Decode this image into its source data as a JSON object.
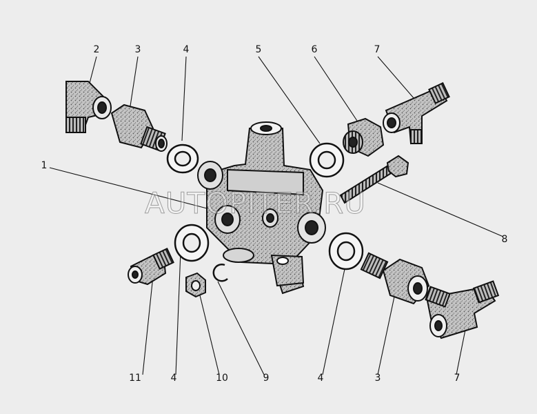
{
  "watermark": "AUTOPITER.RU",
  "colors": {
    "background": "#ededed",
    "ink": "#111111",
    "part_fill": "#b9b9b9"
  },
  "callouts": [
    {
      "id": "c1",
      "label": "1"
    },
    {
      "id": "c2",
      "label": "2"
    },
    {
      "id": "c3a",
      "label": "3"
    },
    {
      "id": "c4a",
      "label": "4"
    },
    {
      "id": "c5",
      "label": "5"
    },
    {
      "id": "c6",
      "label": "6"
    },
    {
      "id": "c7a",
      "label": "7"
    },
    {
      "id": "c8",
      "label": "8"
    },
    {
      "id": "c11",
      "label": "11"
    },
    {
      "id": "c4b",
      "label": "4"
    },
    {
      "id": "c10",
      "label": "10"
    },
    {
      "id": "c9",
      "label": "9"
    },
    {
      "id": "c4c",
      "label": "4"
    },
    {
      "id": "c3b",
      "label": "3"
    },
    {
      "id": "c7b",
      "label": "7"
    }
  ]
}
